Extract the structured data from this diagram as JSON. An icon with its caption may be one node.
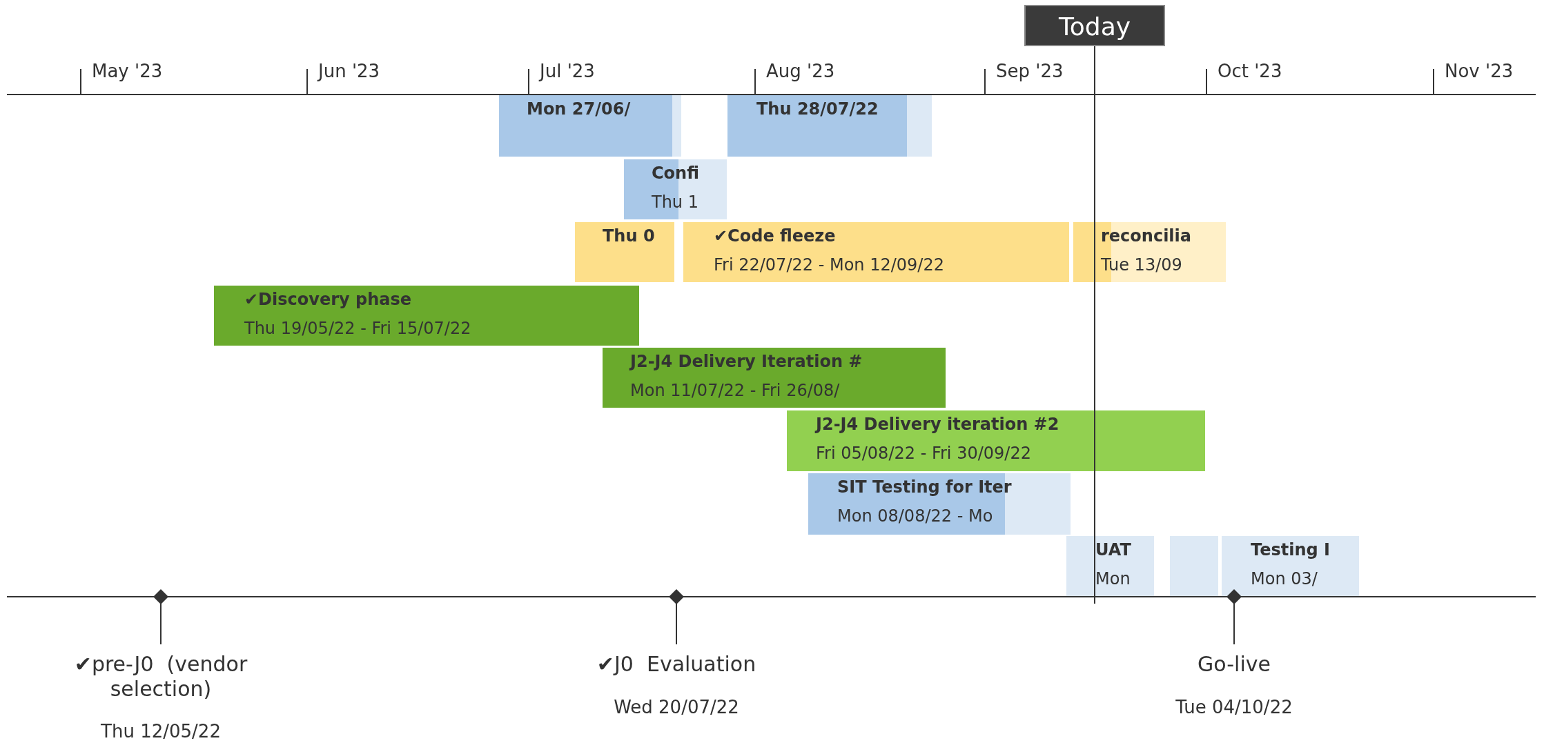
{
  "diagram": {
    "nodes": [
      {
        "text": [
          "Mon 27/06/"
        ]
      },
      {
        "text": [
          "Thu 28/07/22"
        ]
      },
      {
        "text": [
          "Confi",
          "Thu 1"
        ]
      },
      {
        "text": [
          "Thu 0"
        ]
      },
      {
        "text": [
          "✔Code fleeze",
          "Fri 22/07/22 - Mon 12/09/22"
        ]
      },
      {
        "text": [
          "reconcilia",
          "Tue 13/09"
        ]
      },
      {
        "text": [
          "✔Discovery phase",
          "Thu 19/05/22 - Fri 15/07/22"
        ]
      },
      {
        "text": [
          "J2-J4 Delivery Iteration #",
          "Mon 11/07/22 - Fri 26/08/"
        ]
      },
      {
        "text": [
          "J2-J4 Delivery iteration #2",
          "Fri 05/08/22 - Fri 30/09/22"
        ]
      },
      {
        "text": [
          "SIT Testing for Iter",
          "Mon 08/08/22 - Mo"
        ]
      },
      {
        "text": [
          "UAT",
          "Mon"
        ]
      },
      {
        "text": [],
        "shape": "bar"
      },
      {
        "text": [
          "Testing I",
          "Mon 03/"
        ]
      },
      {
        "text": [
          "✔pre-J0  (vendor selection)",
          "Thu 12/05/22"
        ]
      },
      {
        "text": [
          "✔J0  Evaluation",
          "Wed 20/07/22"
        ]
      },
      {
        "text": [
          "Go-live",
          "Tue 04/10/22"
        ]
      }
    ],
    "labels": [
      "Today",
      "May '23",
      "Jun '23",
      "Jul '23",
      "Aug '23",
      "Sep '23",
      "Oct '23",
      "Nov '23"
    ]
  }
}
